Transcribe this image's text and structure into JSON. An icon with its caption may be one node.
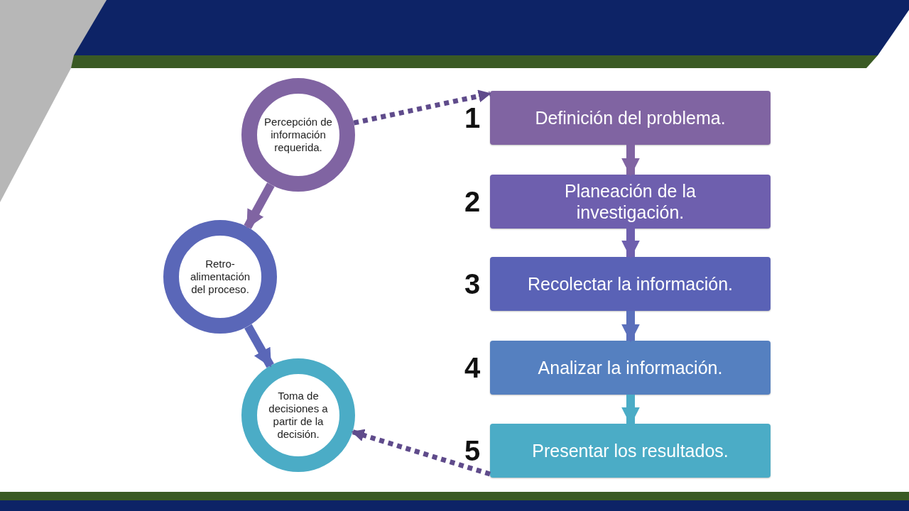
{
  "diagram": {
    "nodes": [
      {
        "text": [
          "Percepción de información requerida."
        ]
      },
      {
        "text": [
          "Retro- alimentación del proceso."
        ]
      },
      {
        "text": [
          "Toma de decisiones a partir de la decisión."
        ]
      },
      {
        "text": [
          "Definición del problema."
        ],
        "beside": [
          "1"
        ]
      },
      {
        "text": [
          "Planeación de la investigación."
        ],
        "beside": [
          "2"
        ]
      },
      {
        "text": [
          "Recolectar la información."
        ],
        "beside": [
          "3"
        ]
      },
      {
        "text": [
          "Analizar la información."
        ],
        "beside": [
          "4"
        ]
      },
      {
        "text": [
          "Presentar los resultados."
        ],
        "beside": [
          "5"
        ]
      }
    ],
    "edges": [
      {
        "from": 0,
        "to": 1,
        "arrow": "to",
        "color": "#8064a2"
      },
      {
        "from": 1,
        "to": 2,
        "arrow": "to",
        "color": "#5a67b8"
      },
      {
        "from": 0,
        "to": 3,
        "arrow": "to",
        "style": "dashed",
        "color": "#5f4b8b"
      },
      {
        "from": 3,
        "to": 4,
        "arrow": "to",
        "color": "#8064a2"
      },
      {
        "from": 4,
        "to": 5,
        "arrow": "to",
        "color": "#6e5fae"
      },
      {
        "from": 5,
        "to": 6,
        "arrow": "to",
        "color": "#5a6fbb"
      },
      {
        "from": 6,
        "to": 7,
        "arrow": "to",
        "color": "#4bacc6"
      },
      {
        "from": 7,
        "to": 2,
        "arrow": "to",
        "style": "dashed",
        "color": "#5f4b8b"
      }
    ]
  }
}
